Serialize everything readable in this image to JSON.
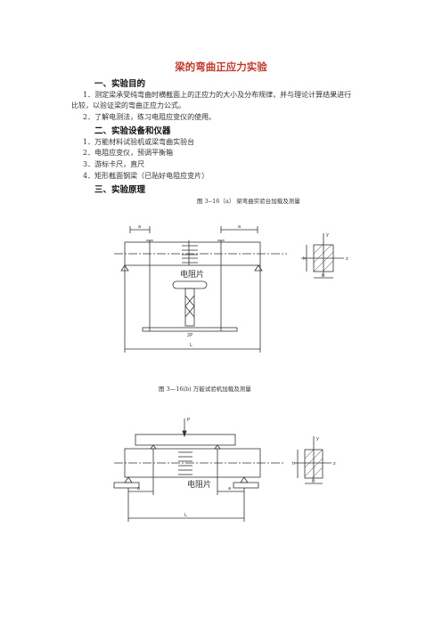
{
  "document": {
    "title": "梁的弯曲正应力实验",
    "sections": [
      {
        "heading": "一、实验目的",
        "items": [
          "1．测定梁承受纯弯曲时横截面上的正应力的大小及分布规律，并与理论计算结果进行",
          "比较，以验证梁的弯曲正应力公式。",
          "2．了解电测法，练习电阻应变仪的使用。"
        ]
      },
      {
        "heading": "二、实验设备和仪器",
        "items": [
          "1．万能材料试验机或梁弯曲实验台",
          "2．电阻应变仪，预调平衡箱",
          "3．游标卡尺，直尺",
          "4．矩形截面钢梁（已贴好电阻应变片）"
        ]
      },
      {
        "heading": "三、实验原理",
        "items": []
      }
    ]
  },
  "figures": {
    "fig_a": {
      "caption": "图 3--16（a） 梁弯曲实验台加载及测量",
      "label_a_left": "a",
      "label_a_right": "a",
      "label_gauge": "电阻片",
      "label_L": "L",
      "label_P": "2P",
      "label_h": "h",
      "label_b": "b",
      "label_y": "y",
      "label_z": "z"
    },
    "fig_b": {
      "caption": "图 3—16(b) 万能试验机加载及测量",
      "label_P": "P",
      "label_a_left": "a",
      "label_a_right": "a",
      "label_gauge": "电阻片",
      "label_L": "L",
      "label_h": "h",
      "label_b": "b",
      "label_y": "y",
      "label_z": "z"
    }
  }
}
